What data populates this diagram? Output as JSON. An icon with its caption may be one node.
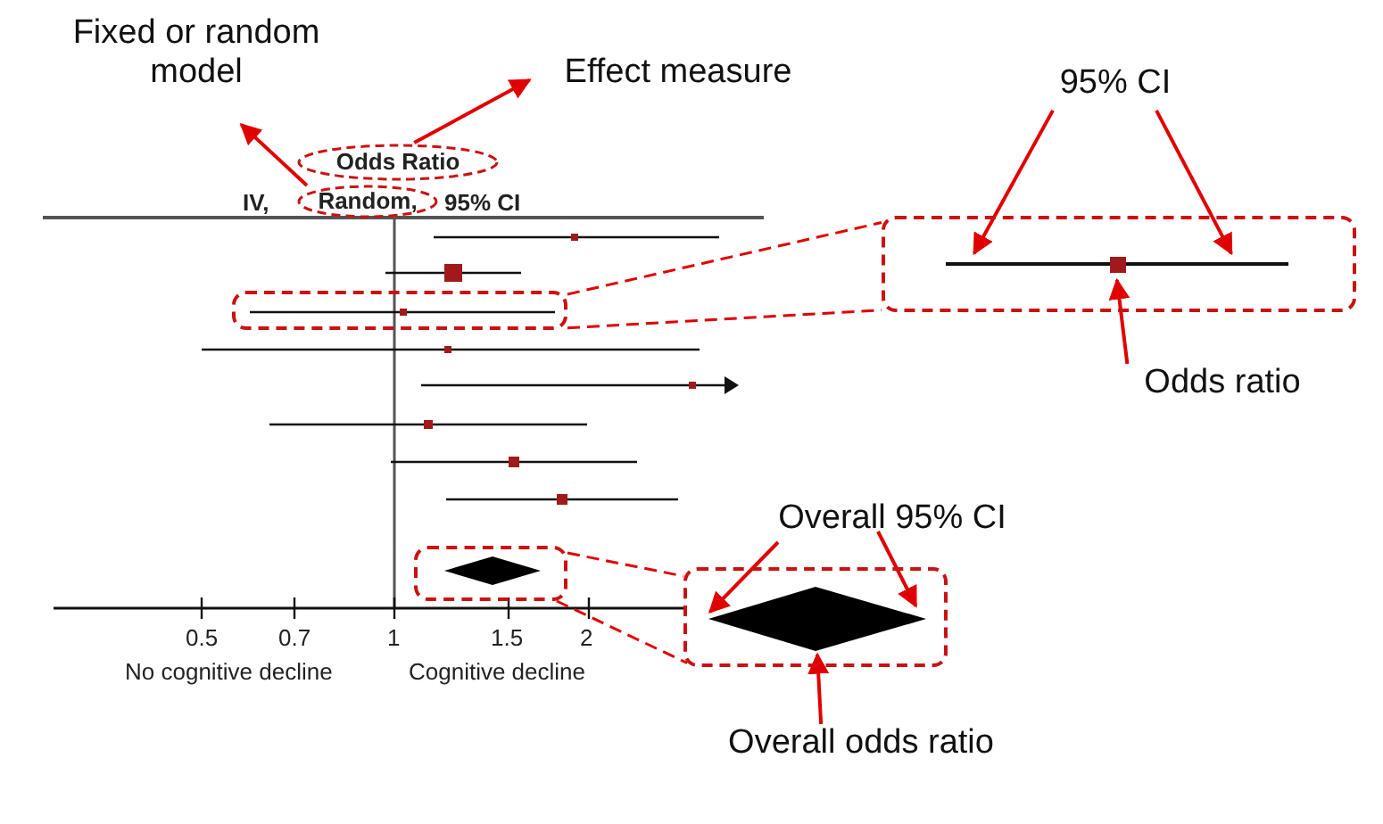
{
  "diagram": {
    "nodes": [
      {
        "text": [
          "Fixed or random model"
        ]
      },
      {
        "text": [
          "Effect measure"
        ]
      },
      {
        "text": [
          "Odds Ratio"
        ]
      },
      {
        "text": [
          "Random,"
        ]
      },
      {
        "text": [],
        "shape": "box"
      },
      {
        "text": [],
        "shape": "box"
      },
      {
        "text": [
          "95% CI"
        ]
      },
      {
        "text": [
          "Odds ratio"
        ]
      },
      {
        "text": [],
        "shape": "box"
      },
      {
        "text": [],
        "shape": "box"
      },
      {
        "text": [
          "Overall 95% CI"
        ]
      },
      {
        "text": [
          "Overall odds ratio"
        ]
      }
    ],
    "edges": [
      {
        "from": 3,
        "to": 0,
        "arrow": "to"
      },
      {
        "from": 2,
        "to": 1,
        "arrow": "to"
      },
      {
        "from": 4,
        "to": 5,
        "arrow": "none",
        "style": "dashed"
      },
      {
        "from": 4,
        "to": 5,
        "arrow": "none",
        "style": "dashed"
      },
      {
        "from": 6,
        "to": 5,
        "arrow": "to"
      },
      {
        "from": 6,
        "to": 5,
        "arrow": "to"
      },
      {
        "from": 7,
        "to": 5,
        "arrow": "to"
      },
      {
        "from": 8,
        "to": 9,
        "arrow": "none",
        "style": "dashed"
      },
      {
        "from": 8,
        "to": 9,
        "arrow": "none",
        "style": "dashed"
      },
      {
        "from": 10,
        "to": 9,
        "arrow": "to"
      },
      {
        "from": 10,
        "to": 9,
        "arrow": "to"
      },
      {
        "from": 11,
        "to": 9,
        "arrow": "to"
      }
    ],
    "labels": [
      "IV,",
      "95% CI",
      "0.5",
      "0.7",
      "1",
      "1.5",
      "2",
      "No cognitive decline",
      "Cognitive decline"
    ]
  }
}
